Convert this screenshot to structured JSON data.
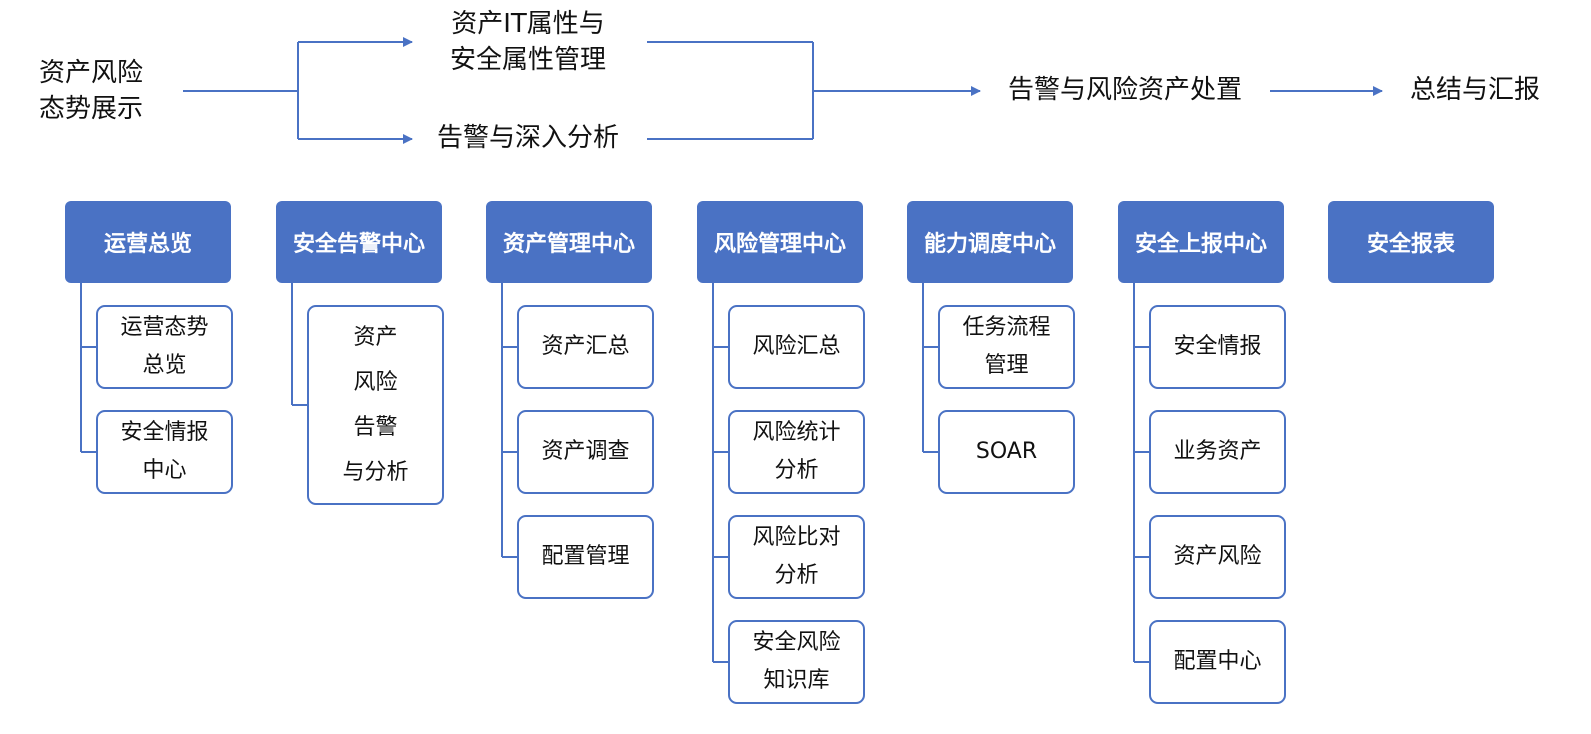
{
  "flow": {
    "start": [
      "资产风险",
      "态势展示"
    ],
    "upper": [
      "资产IT属性与",
      "安全属性管理"
    ],
    "lower": [
      "告警与深入分析"
    ],
    "middle": [
      "告警与风险资产处置"
    ],
    "end": [
      "总结与汇报"
    ]
  },
  "modules": [
    {
      "title": "运营总览",
      "children": [
        [
          "运营态势",
          "总览"
        ],
        [
          "安全情报",
          "中心"
        ]
      ]
    },
    {
      "title": "安全告警中心",
      "children": [
        [
          "资产",
          "风险",
          "告警",
          "与分析"
        ]
      ]
    },
    {
      "title": "资产管理中心",
      "children": [
        [
          "资产汇总"
        ],
        [
          "资产调查"
        ],
        [
          "配置管理"
        ]
      ]
    },
    {
      "title": "风险管理中心",
      "children": [
        [
          "风险汇总"
        ],
        [
          "风险统计",
          "分析"
        ],
        [
          "风险比对",
          "分析"
        ],
        [
          "安全风险",
          "知识库"
        ]
      ]
    },
    {
      "title": "能力调度中心",
      "children": [
        [
          "任务流程",
          "管理"
        ],
        [
          "SOAR"
        ]
      ]
    },
    {
      "title": "安全上报中心",
      "children": [
        [
          "安全情报"
        ],
        [
          "业务资产"
        ],
        [
          "资产风险"
        ],
        [
          "配置中心"
        ]
      ]
    },
    {
      "title": "安全报表",
      "children": []
    }
  ],
  "colors": {
    "accent": "#4a72c4",
    "text": "#111111",
    "background": "#ffffff"
  }
}
